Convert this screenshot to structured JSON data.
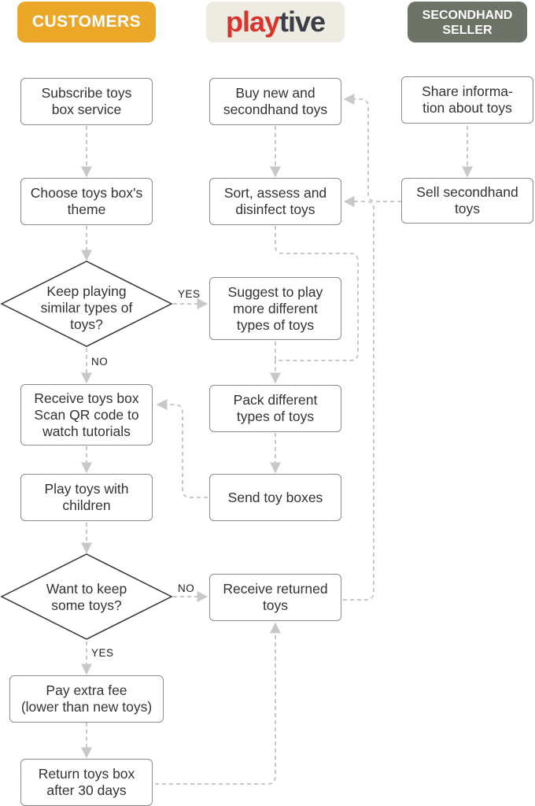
{
  "headers": {
    "customers": "CUSTOMERS",
    "brand_part1": "play",
    "brand_part2": "tive",
    "seller": "SECONDHAND\nSELLER"
  },
  "customer_steps": {
    "subscribe": "Subscribe toys\nbox service",
    "choose_theme": "Choose toys box's\ntheme",
    "keep_playing_question": "Keep playing\nsimilar types of\ntoys?",
    "receive_box": "Receive toys box\nScan QR code to\nwatch tutorials",
    "play_toys": "Play toys with\nchildren",
    "keep_toys_question": "Want to keep\nsome toys?",
    "pay_fee": "Pay extra fee\n(lower than new toys)",
    "return_box": "Return toys box\nafter 30 days"
  },
  "playtive_steps": {
    "buy_toys": "Buy new and\nsecondhand toys",
    "sort_assess": "Sort, assess and\ndisinfect toys",
    "suggest": "Suggest to play\nmore different\ntypes of toys",
    "pack": "Pack different\ntypes of toys",
    "send": "Send toy boxes",
    "receive_returned": "Receive returned\ntoys"
  },
  "seller_steps": {
    "share_info": "Share informa-\ntion about toys",
    "sell": "Sell secondhand\ntoys"
  },
  "edge_labels": {
    "yes1": "YES",
    "no1": "NO",
    "no2": "NO",
    "yes2": "YES"
  },
  "colors": {
    "customers_header": "#eba828",
    "brand_header_bg": "#eeebe2",
    "brand_red": "#d9332c",
    "brand_dark": "#3b3e46",
    "seller_header": "#6d7366",
    "box_border": "#8a8a8a",
    "connector": "#c8c8c8"
  }
}
